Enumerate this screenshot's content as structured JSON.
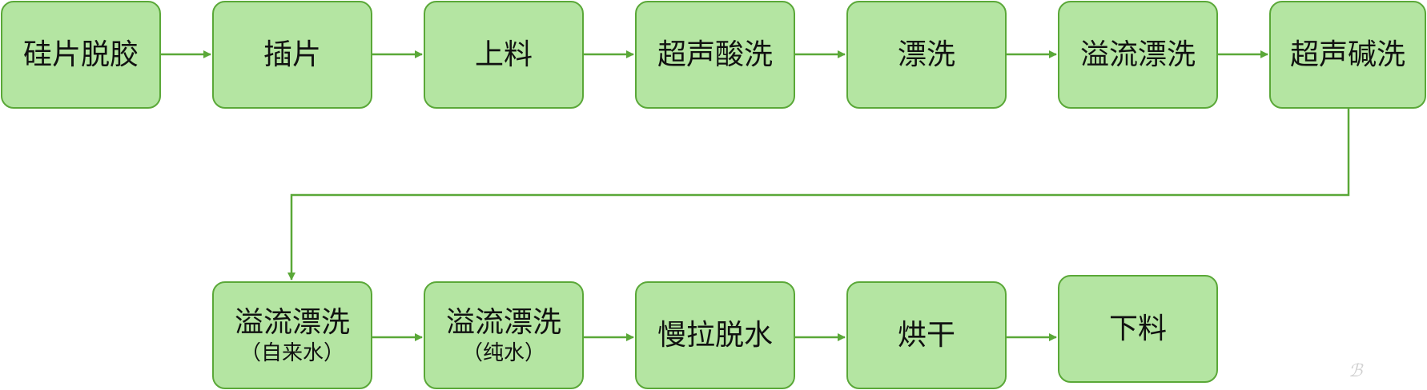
{
  "diagram": {
    "colors": {
      "box_fill": "#b4e5a2",
      "box_border": "#5aa838",
      "arrow": "#5aa838"
    },
    "row1": [
      {
        "label": "硅片脱胶"
      },
      {
        "label": "插片"
      },
      {
        "label": "上料"
      },
      {
        "label": "超声酸洗"
      },
      {
        "label": "漂洗"
      },
      {
        "label": "溢流漂洗"
      },
      {
        "label": "超声碱洗"
      }
    ],
    "row2": [
      {
        "label": "溢流漂洗",
        "note": "（自来水）"
      },
      {
        "label": "溢流漂洗",
        "note": "（纯水）"
      },
      {
        "label": "慢拉脱水"
      },
      {
        "label": "烘干"
      },
      {
        "label": "下料"
      }
    ]
  }
}
